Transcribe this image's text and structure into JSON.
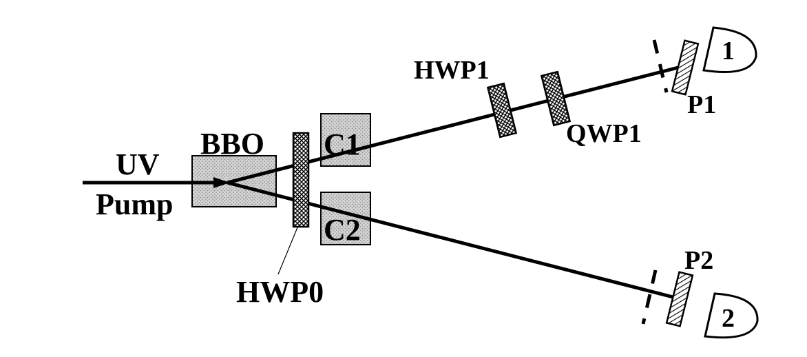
{
  "labels": {
    "uv": "UV",
    "pump": "Pump",
    "bbo": "BBO",
    "c1": "C1",
    "c2": "C2",
    "hwp0": "HWP0",
    "hwp1": "HWP1",
    "qwp1": "QWP1",
    "p1": "P1",
    "p2": "P2",
    "detector1": "1",
    "detector2": "2"
  },
  "colors": {
    "line": "#000000",
    "crystal_fill": "#d9d9d9",
    "background": "#ffffff"
  }
}
